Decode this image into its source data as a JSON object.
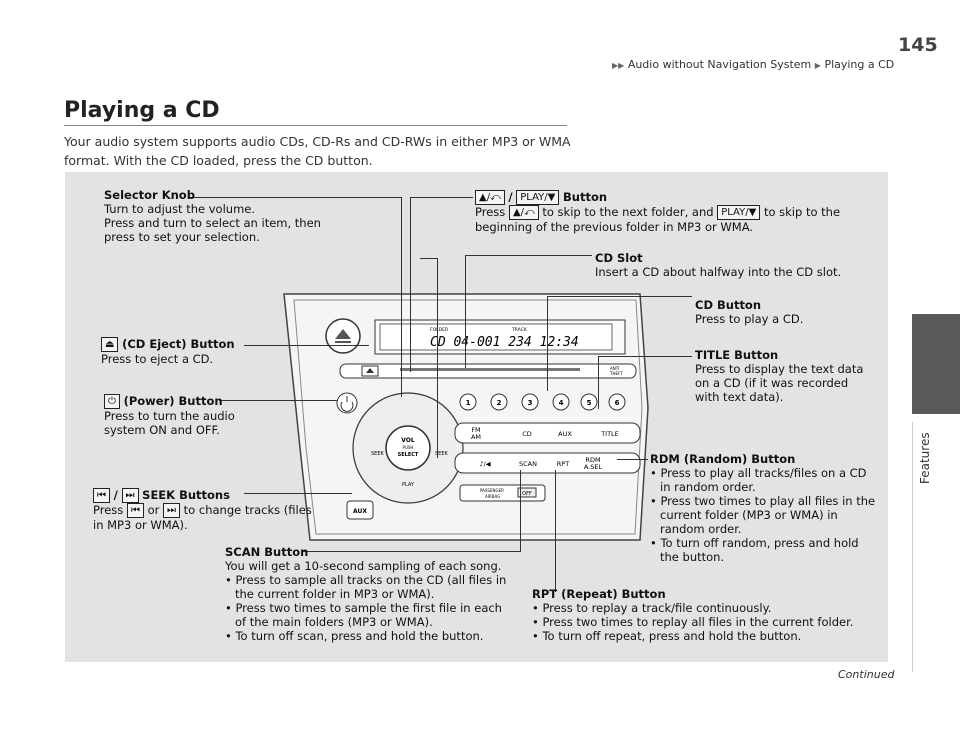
{
  "header": {
    "breadcrumb": [
      "Audio without Navigation System",
      "Playing a CD"
    ],
    "page_number": "145"
  },
  "side_tab": {
    "label": "Features"
  },
  "title": "Playing a CD",
  "intro": "Your audio system supports audio CDs, CD-Rs and CD-RWs in either MP3 or WMA format. With the CD loaded, press the CD button.",
  "footer": {
    "continued": "Continued"
  },
  "labels": {
    "selector_knob": {
      "title": "Selector Knob",
      "lines": [
        "Turn to adjust the volume.",
        "Press and turn to select an item, then press to set your selection."
      ]
    },
    "folder_button": {
      "title": "Button",
      "key1": "▲/⤺",
      "key2": "PLAY/▼",
      "sep": "/",
      "text_a": "Press",
      "text_b": "to skip to the next folder, and",
      "text_c": "to skip to the beginning of the previous folder in MP3 or WMA."
    },
    "cd_slot": {
      "title": "CD Slot",
      "text": "Insert a CD about halfway into the CD slot."
    },
    "cd_button": {
      "title": "CD Button",
      "text": "Press to play a CD."
    },
    "cd_eject": {
      "title": "(CD Eject) Button",
      "text": "Press to eject a CD."
    },
    "title_button": {
      "title": "TITLE Button",
      "text": "Press to display the text data on a CD (if it was recorded with text data)."
    },
    "power_button": {
      "title": "(Power) Button",
      "text": "Press to turn the audio system ON and OFF."
    },
    "rdm_button": {
      "title": "RDM (Random) Button",
      "bullets": [
        "Press to play all tracks/files on a CD in random order.",
        "Press two times to play all files in the current folder (MP3 or WMA) in random order.",
        "To turn off random, press and hold the button."
      ]
    },
    "seek_buttons": {
      "title": "SEEK Buttons",
      "key_prev": "⏮",
      "key_next": "⏭",
      "sep": "/",
      "text_a": "Press",
      "text_or": "or",
      "text_b": "to change tracks (files in MP3 or WMA)."
    },
    "scan_button": {
      "title": "SCAN Button",
      "text": "You will get a 10-second sampling of each song.",
      "bullets": [
        "Press to sample all tracks on the CD (all files in the current folder in MP3 or WMA).",
        "Press two times to sample the first file in each of the main folders (MP3 or WMA).",
        "To turn off scan, press and hold the button."
      ]
    },
    "rpt_button": {
      "title": "RPT (Repeat) Button",
      "bullets": [
        "Press to replay a track/file continuously.",
        "Press two times to replay all files in the current folder.",
        "To turn off repeat, press and hold the button."
      ]
    }
  },
  "radio": {
    "display": "CD   04-001  234  12:34",
    "display_labels": [
      "FOLDER",
      "TRACK"
    ],
    "presets": [
      "1",
      "2",
      "3",
      "4",
      "5",
      "6"
    ],
    "mode_buttons": [
      "FM AM",
      "CD",
      "AUX",
      "TITLE"
    ],
    "func_buttons": [
      "♪/◀",
      "SCAN",
      "RPT",
      "RDM A.SEL"
    ],
    "knob_labels": [
      "VOL",
      "PUSH",
      "SELECT"
    ],
    "seek_left": "SEEK",
    "seek_right": "SEEK",
    "play": "PLAY",
    "aux": "AUX",
    "airbag": "PASSENGER AIRBAG",
    "airbag_state": "OFF",
    "anti_theft": "ANTI THEFT"
  }
}
